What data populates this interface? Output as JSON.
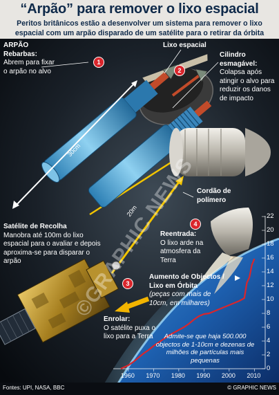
{
  "title": "“Arpão” para remover o lixo espacial",
  "subtitle": "Peritos britânicos estão a desenvolver um sistema para remover o lixo espacial com um arpão disparado de um satélite para o retirar da órbita",
  "harpoon": {
    "heading": "ARPÃO",
    "barbs_title": "Rebarbas:",
    "barbs_text": "Abrem para fixar o arpão no alvo"
  },
  "debris_label": "Lixo espacial",
  "cylinder": {
    "title": "Cilindro esmagável:",
    "text": "Colapsa após atingir o alvo para reduzir os danos de impacto"
  },
  "tether_label": "Cordão de polímero",
  "dimensions": {
    "length": "30cm",
    "distance": "20m"
  },
  "satellite": {
    "title": "Satélite de Recolha",
    "text": "Manobra até 100m do lixo espacial para o avaliar e depois aproxima-se para disparar o arpão"
  },
  "reentry": {
    "title": "Reentrada:",
    "text": "O lixo arde na atmosfera da Terra"
  },
  "reel": {
    "title": "Enrolar:",
    "text": "O satélite puxa o lixo para a Terra"
  },
  "graph": {
    "title": "Aumento de Objectos / Lixo em Órbita",
    "subtitle": "(peças com mais de 10cm, em milhares)",
    "note": "Admite-se que haja 500.000 objectos de 1-10cm e dezenas de milhões de partículas mais pequenas"
  },
  "steps": [
    "1",
    "2",
    "3",
    "4"
  ],
  "watermark": "©GRAPHIC NEWS",
  "sources": "Fontes: UPI, NASA, BBC",
  "credit": "© GRAPHIC NEWS",
  "colors": {
    "title_navy": "#0f2a4a",
    "badge_red": "#d9262c",
    "tether_yellow": "#f2c400",
    "graph_line": "#d9262c"
  },
  "chart_data": {
    "type": "line",
    "x": [
      1957,
      1960,
      1962,
      1964,
      1966,
      1968,
      1970,
      1972,
      1974,
      1976,
      1978,
      1980,
      1982,
      1984,
      1986,
      1988,
      1990,
      1992,
      1994,
      1996,
      1998,
      2000,
      2002,
      2004,
      2006,
      2007,
      2008,
      2009,
      2010
    ],
    "y": [
      0,
      0.5,
      1.0,
      1.6,
      2.2,
      2.7,
      3.3,
      3.8,
      4.3,
      4.8,
      5.2,
      5.6,
      6.0,
      6.5,
      7.1,
      7.6,
      7.9,
      8.0,
      8.3,
      8.6,
      8.9,
      9.2,
      9.5,
      9.8,
      10.2,
      12.4,
      13.2,
      15.0,
      15.9
    ],
    "xticks": [
      1960,
      1970,
      1980,
      1990,
      2000,
      2010
    ],
    "yticks": [
      0,
      2,
      4,
      6,
      8,
      10,
      12,
      14,
      16,
      18,
      20,
      22
    ],
    "xlim": [
      1954,
      2011
    ],
    "ylim": [
      0,
      22
    ]
  }
}
